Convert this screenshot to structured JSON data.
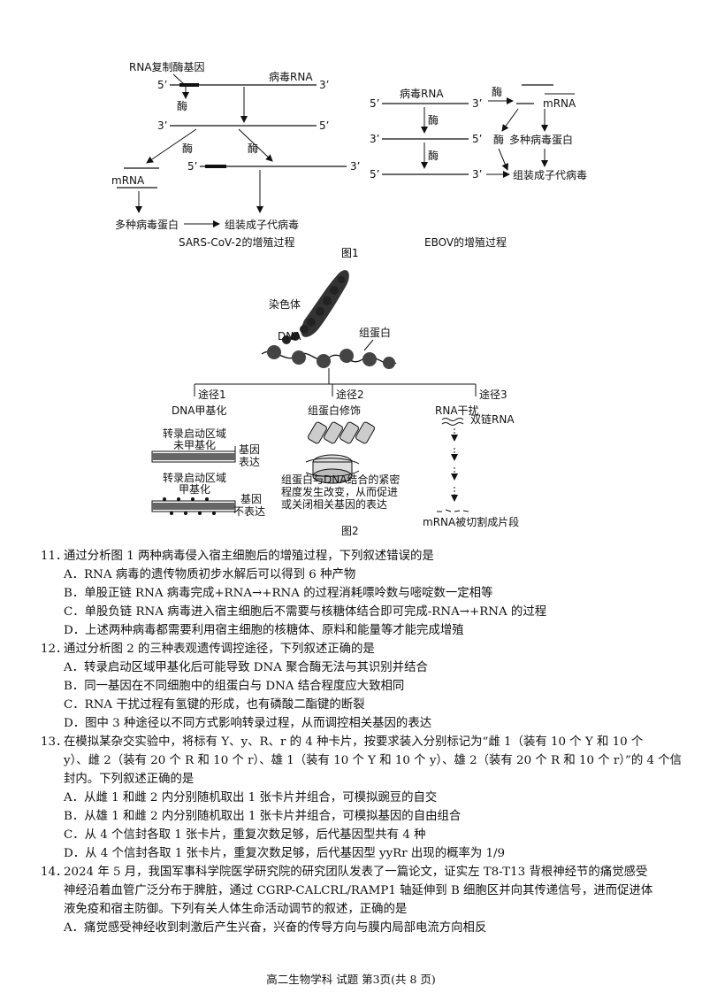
{
  "figure1": {
    "sars": {
      "gene_label": "RNA复制酶基因",
      "rna_label": "病毒RNA",
      "enzyme_1": "酶",
      "enzyme_2": "酶",
      "enzyme_3": "酶",
      "mrna": "mRNA",
      "proteins": "多种病毒蛋白",
      "assemble": "组装成子代病毒",
      "caption": "SARS-CoV-2的增殖过程",
      "p5": "5’",
      "p3": "3’"
    },
    "ebov": {
      "rna_label": "病毒RNA",
      "enzyme_a": "酶",
      "enzyme_b": "酶",
      "enzyme_c": "酶",
      "enzyme_d": "酶",
      "mrna": "mRNA",
      "proteins": "多种病毒蛋白",
      "assemble": "组装成子代病毒",
      "caption": "EBOV的增殖过程"
    },
    "title": "图1"
  },
  "figure2": {
    "chromosome": "染色体",
    "dna": "DNA",
    "histone": "组蛋白",
    "path1": "途径1",
    "path2": "途径2",
    "path3": "途径3",
    "p1_title": "DNA甲基化",
    "p1_top_label": "转录启动区域\n未甲基化",
    "p1_top_result": "基因\n表达",
    "p1_bottom_label": "转录启动区域\n甲基化",
    "p1_bottom_result": "基因\n不表达",
    "p2_title": "组蛋白修饰",
    "p2_desc": "组蛋白与DNA结合的紧密\n程度发生改变，从而促进\n或关闭相关基因的表达",
    "p3_title": "RNA干扰",
    "p3_dsrna": "双链RNA",
    "p3_result": "mRNA被切割成片段",
    "title": "图2"
  },
  "questions": [
    {
      "number": "11．",
      "stem": [
        "通过分析图 1 两种病毒侵入宿主细胞后的增殖过程，下列叙述错误的是"
      ],
      "options": [
        "A．RNA 病毒的遗传物质初步水解后可以得到 6 种产物",
        "B．单股正链 RNA 病毒完成+RNA→+RNA 的过程消耗嘌呤数与嘧啶数一定相等",
        "C．单股负链 RNA 病毒进入宿主细胞后不需要与核糖体结合即可完成-RNA→+RNA 的过程",
        "D．上述两种病毒都需要利用宿主细胞的核糖体、原料和能量等才能完成增殖"
      ]
    },
    {
      "number": "12．",
      "stem": [
        "通过分析图 2 的三种表观遗传调控途径，下列叙述正确的是"
      ],
      "options": [
        "A．转录启动区域甲基化后可能导致 DNA 聚合酶无法与其识别并结合",
        "B．同一基因在不同细胞中的组蛋白与 DNA 结合程度应大致相同",
        "C．RNA 干扰过程有氢键的形成，也有磷酸二酯键的断裂",
        "D．图中 3 种途径以不同方式影响转录过程，从而调控相关基因的表达"
      ]
    },
    {
      "number": "13．",
      "stem": [
        "在模拟某杂交实验中，将标有 Y、y、R、r 的 4 种卡片，按要求装入分别标记为“雌 1（装有 10 个 Y 和 10 个",
        "y）、雌 2（装有 20 个 R 和 10 个 r）、雄 1（装有 10 个 Y 和 10 个 y）、雄 2（装有 20 个 R 和 10 个 r）”的 4 个信",
        "封内。下列叙述正确的是"
      ],
      "options": [
        "A．从雌 1 和雌 2 内分别随机取出 1 张卡片并组合，可模拟豌豆的自交",
        "B．从雄 1 和雌 2 内分别随机取出 1 张卡片并组合，可模拟基因的自由组合",
        "C．从 4 个信封各取 1 张卡片，重复次数足够，后代基因型共有 4 种",
        "D．从 4 个信封各取 1 张卡片，重复次数足够，后代基因型 yyRr 出现的概率为 1/9"
      ]
    },
    {
      "number": "14．",
      "stem": [
        "2024 年 5 月，我国军事科学院医学研究院的研究团队发表了一篇论文，证实左 T8-T13 背根神经节的痛觉感受",
        "神经沿着血管广泛分布于脾脏，通过 CGRP-CALCRL/RAMP1 轴延伸到 B 细胞区并向其传递信号，进而促进体",
        "液免疫和宿主防御。下列有关人体生命活动调节的叙述，正确的是"
      ],
      "options": [
        "A．痛觉感受神经收到刺激后产生兴奋，兴奋的传导方向与膜内局部电流方向相反"
      ]
    }
  ],
  "footer": "高二生物学科  试题  第3页(共 8 页)"
}
